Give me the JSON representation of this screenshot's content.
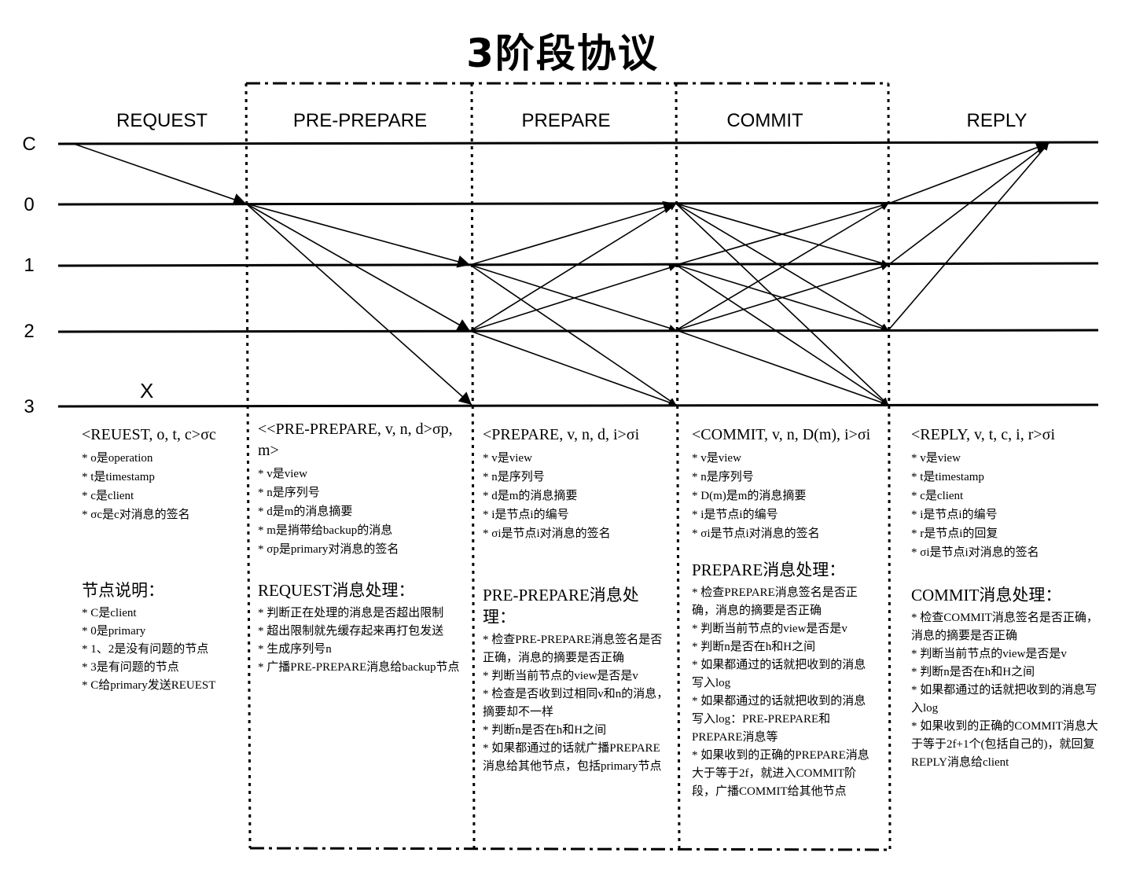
{
  "title": "3阶段协议",
  "phases": [
    "REQUEST",
    "PRE-PREPARE",
    "PREPARE",
    "COMMIT",
    "REPLY"
  ],
  "nodes": [
    "C",
    "0",
    "1",
    "2",
    "3"
  ],
  "faulty_mark": "X",
  "columns": [
    {
      "message": "<REUEST, o, t, c>σc",
      "items": [
        "* o是operation",
        "* t是timestamp",
        "* c是client",
        "* σc是c对消息的签名"
      ],
      "section_title": "节点说明：",
      "section_items": [
        "* C是client",
        "* 0是primary",
        "* 1、2是没有问题的节点",
        "* 3是有问题的节点",
        "* C给primary发送REUEST"
      ]
    },
    {
      "message": "<<PRE-PREPARE, v, n, d>σp, m>",
      "items": [
        "* v是view",
        "* n是序列号",
        "* d是m的消息摘要",
        "* m是捎带给backup的消息",
        "* σp是primary对消息的签名"
      ],
      "section_title": "REQUEST消息处理：",
      "section_items": [
        "* 判断正在处理的消息是否超出限制",
        "* 超出限制就先缓存起来再打包发送",
        "* 生成序列号n",
        "* 广播PRE-PREPARE消息给backup节点"
      ]
    },
    {
      "message": "<PREPARE, v, n, d, i>σi",
      "items": [
        "* v是view",
        "* n是序列号",
        "* d是m的消息摘要",
        "* i是节点i的编号",
        "* σi是节点i对消息的签名"
      ],
      "section_title": "PRE-PREPARE消息处理：",
      "section_items": [
        "* 检查PRE-PREPARE消息签名是否正确，消息的摘要是否正确",
        "* 判断当前节点的view是否是v",
        "* 检查是否收到过相同v和n的消息，摘要却不一样",
        "* 判断n是否在h和H之间",
        "* 如果都通过的话就广播PREPARE消息给其他节点，包括primary节点"
      ]
    },
    {
      "message": "<COMMIT, v, n, D(m), i>σi",
      "items": [
        "* v是view",
        "* n是序列号",
        "* D(m)是m的消息摘要",
        "* i是节点i的编号",
        "* σi是节点i对消息的签名"
      ],
      "section_title": "PREPARE消息处理：",
      "section_items": [
        "* 检查PREPARE消息签名是否正确，消息的摘要是否正确",
        "* 判断当前节点的view是否是v",
        "* 判断n是否在h和H之间",
        "* 如果都通过的话就把收到的消息写入log",
        "* 如果都通过的话就把收到的消息写入log：PRE-PREPARE和PREPARE消息等",
        "* 如果收到的正确的PREPARE消息大于等于2f，就进入COMMIT阶段，广播COMMIT给其他节点"
      ]
    },
    {
      "message": "<REPLY, v, t, c, i, r>σi",
      "items": [
        "* v是view",
        "* t是timestamp",
        "* c是client",
        "* i是节点i的编号",
        "* r是节点i的回复",
        "* σi是节点i对消息的签名"
      ],
      "section_title": "COMMIT消息处理：",
      "section_items": [
        "* 检查COMMIT消息签名是否正确，消息的摘要是否正确",
        "* 判断当前节点的view是否是v",
        "* 判断n是否在h和H之间",
        "* 如果都通过的话就把收到的消息写入log",
        "* 如果收到的正确的COMMIT消息大于等于2f+1个(包括自己的)，就回复REPLY消息给client"
      ]
    }
  ]
}
